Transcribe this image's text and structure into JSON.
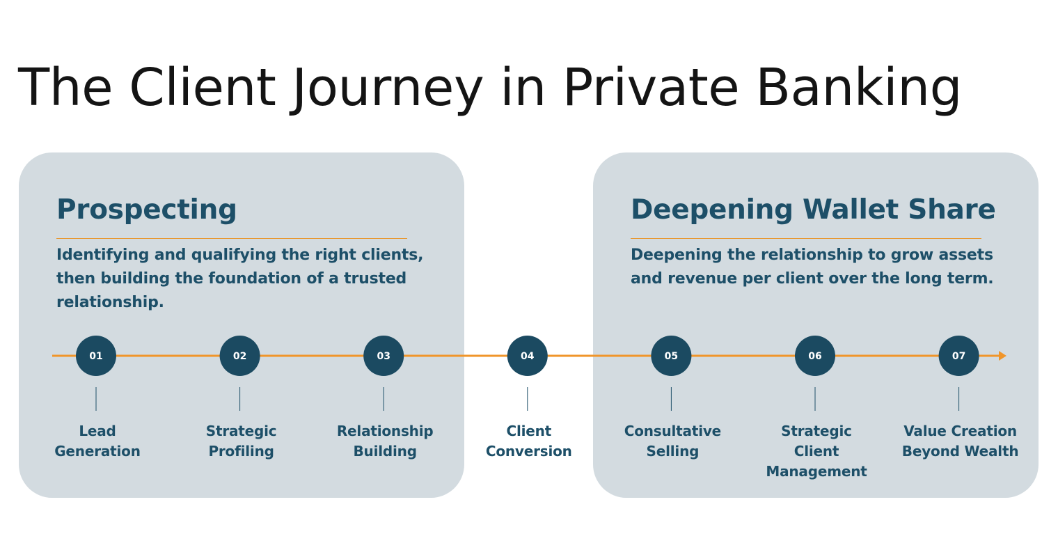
{
  "title": "The Client Journey in Private Banking",
  "colors": {
    "panel_background": "#d3dbe0",
    "accent_orange": "#f0952a",
    "navy": "#1d4f68",
    "node_fill": "#1b4a61"
  },
  "phases": [
    {
      "heading": "Prospecting",
      "description": "Identifying and qualifying the right clients, then building the foundation of a trusted relationship."
    },
    {
      "heading": "Deepening Wallet Share",
      "description": "Deepening the relationship to grow assets and revenue per client over the long term."
    }
  ],
  "steps": [
    {
      "number": "01",
      "label": "Lead Generation"
    },
    {
      "number": "02",
      "label": "Strategic Profiling"
    },
    {
      "number": "03",
      "label": "Relationship Building"
    },
    {
      "number": "04",
      "label": "Client Conversion"
    },
    {
      "number": "05",
      "label": "Consultative Selling"
    },
    {
      "number": "06",
      "label": "Strategic Client Management"
    },
    {
      "number": "07",
      "label": "Value Creation Beyond Wealth"
    }
  ]
}
